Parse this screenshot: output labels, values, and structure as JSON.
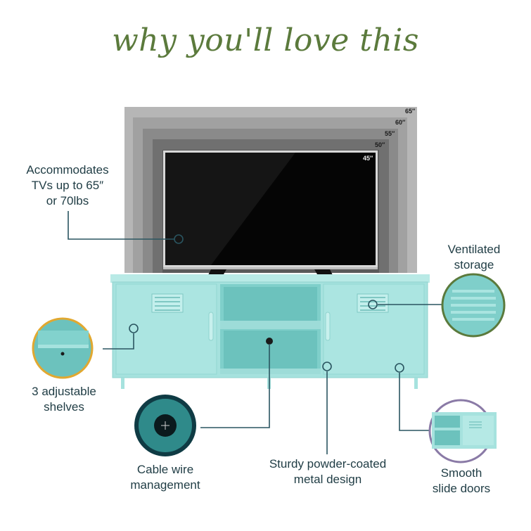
{
  "title": "why you'll love this",
  "tv_sizes": [
    "65″",
    "60″",
    "55″",
    "50″",
    "45″"
  ],
  "callouts": {
    "tv_capacity": "Accommodates\nTVs up to 65″\nor 70lbs",
    "ventilated": "Ventilated\nstorage",
    "shelves": "3 adjustable\nshelves",
    "cable": "Cable wire\nmanagement",
    "metal": "Sturdy powder-coated\nmetal design",
    "doors": "Smooth\nslide doors"
  },
  "colors": {
    "title": "#5b7a3c",
    "cabinet": "#a8e4e0",
    "cabinet_dark": "#7fcfca",
    "text": "#1f3c44",
    "line": "#2a5560"
  }
}
